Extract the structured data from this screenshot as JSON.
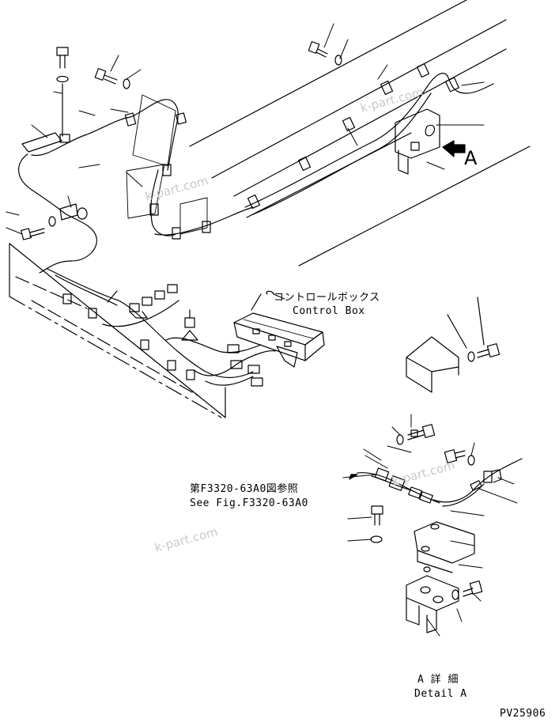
{
  "figure": {
    "figure_number": "PV25906",
    "view_arrow_label": "A"
  },
  "callouts": {
    "control_box_jp": "コントロールボックス",
    "control_box_en": "Control Box",
    "see_fig_jp": "第F3320-63A0図参照",
    "see_fig_en": "See Fig.F3320-63A0",
    "detail_a_jp": "A 詳 細",
    "detail_a_en": "Detail A"
  },
  "watermark": {
    "text": "k-part.com",
    "color": "#c9c9c9"
  },
  "colors": {
    "line": "#000000",
    "background": "#ffffff"
  }
}
